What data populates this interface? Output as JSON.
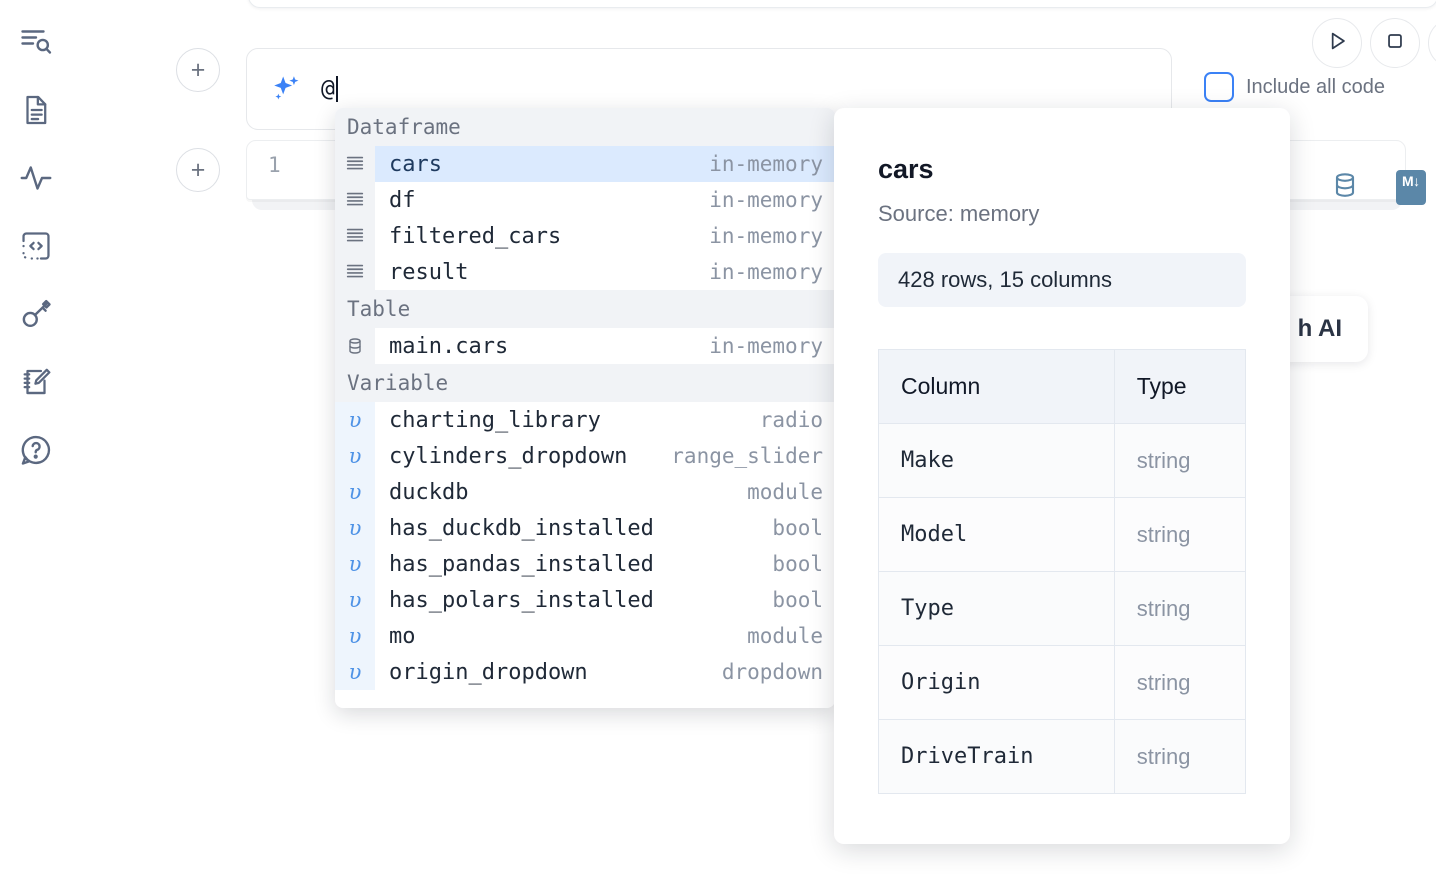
{
  "sidebar": {
    "items": [
      {
        "name": "outline-search-icon",
        "label": "Explore"
      },
      {
        "name": "document-icon",
        "label": "Notebook"
      },
      {
        "name": "activity-pulse-icon",
        "label": "Activity"
      },
      {
        "name": "code-brackets-icon",
        "label": "Snippets"
      },
      {
        "name": "key-icon",
        "label": "Secrets"
      },
      {
        "name": "notepad-pencil-icon",
        "label": "Scratchpad"
      },
      {
        "name": "help-chat-icon",
        "label": "Help"
      }
    ]
  },
  "toolbar": {
    "run_label": "Run",
    "stop_label": "Stop",
    "include_all_code_label": "Include all code",
    "include_all_code_checked": false,
    "accent_color": "#3b82f6"
  },
  "prompt": {
    "value": "@",
    "icon": "sparkles-icon",
    "add_cell_label": "+"
  },
  "cell": {
    "line_number": "1",
    "database_icon": "database-icon",
    "markdown_icon": "markdown-icon",
    "markdown_label": "M"
  },
  "background_card": {
    "label": "h AI"
  },
  "autocomplete": {
    "groups": [
      {
        "label": "Dataframe",
        "icon": "dataframe-icon",
        "items": [
          {
            "name": "cars",
            "meta": "in-memory",
            "selected": true
          },
          {
            "name": "df",
            "meta": "in-memory",
            "selected": false
          },
          {
            "name": "filtered_cars",
            "meta": "in-memory",
            "selected": false
          },
          {
            "name": "result",
            "meta": "in-memory",
            "selected": false
          }
        ]
      },
      {
        "label": "Table",
        "icon": "table-database-icon",
        "items": [
          {
            "name": "main.cars",
            "meta": "in-memory",
            "selected": false
          }
        ]
      },
      {
        "label": "Variable",
        "icon": "variable-icon",
        "glyph": "υ",
        "items": [
          {
            "name": "charting_library",
            "meta": "radio",
            "selected": false
          },
          {
            "name": "cylinders_dropdown",
            "meta": "range_slider",
            "selected": false
          },
          {
            "name": "duckdb",
            "meta": "module",
            "selected": false
          },
          {
            "name": "has_duckdb_installed",
            "meta": "bool",
            "selected": false
          },
          {
            "name": "has_pandas_installed",
            "meta": "bool",
            "selected": false
          },
          {
            "name": "has_polars_installed",
            "meta": "bool",
            "selected": false
          },
          {
            "name": "mo",
            "meta": "module",
            "selected": false
          },
          {
            "name": "origin_dropdown",
            "meta": "dropdown",
            "selected": false
          }
        ]
      }
    ]
  },
  "info_panel": {
    "title": "cars",
    "source": "Source: memory",
    "shape": "428 rows, 15 columns",
    "table": {
      "headers": [
        "Column",
        "Type"
      ],
      "rows": [
        {
          "column": "Make",
          "type": "string"
        },
        {
          "column": "Model",
          "type": "string"
        },
        {
          "column": "Type",
          "type": "string"
        },
        {
          "column": "Origin",
          "type": "string"
        },
        {
          "column": "DriveTrain",
          "type": "string"
        }
      ]
    }
  }
}
